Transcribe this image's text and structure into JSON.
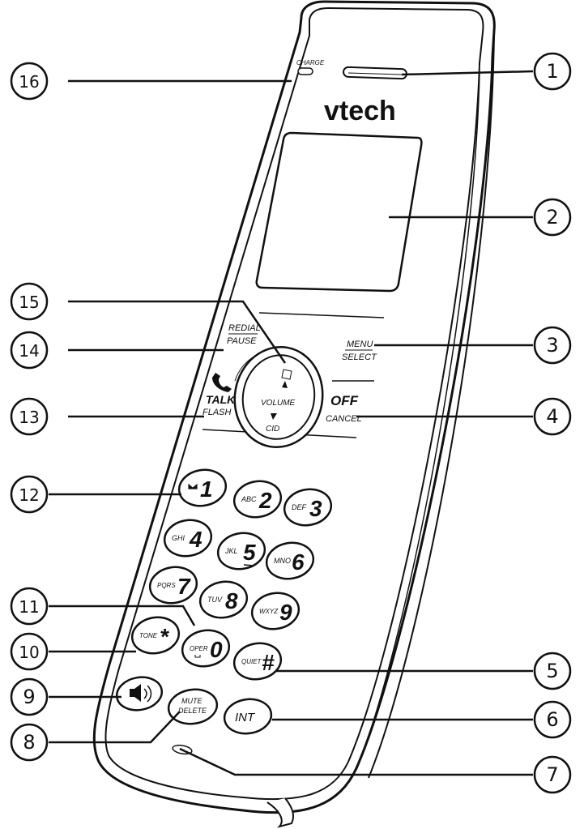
{
  "phone": {
    "brand": "vtech",
    "charge_label": "CHARGE",
    "redial": "REDIAL",
    "pause": "PAUSE",
    "menu": "MENU",
    "select": "SELECT",
    "talk": "TALK",
    "flash": "FLASH",
    "off": "OFF",
    "cancel": "CANCEL",
    "volume": "VOLUME",
    "cid": "CID",
    "keys": [
      {
        "num": "1",
        "letters": ""
      },
      {
        "num": "2",
        "letters": "ABC"
      },
      {
        "num": "3",
        "letters": "DEF"
      },
      {
        "num": "4",
        "letters": "GHI"
      },
      {
        "num": "5",
        "letters": "JKL"
      },
      {
        "num": "6",
        "letters": "MNO"
      },
      {
        "num": "7",
        "letters": "PQRS"
      },
      {
        "num": "8",
        "letters": "TUV"
      },
      {
        "num": "9",
        "letters": "WXYZ"
      },
      {
        "num": "*",
        "letters": "TONE"
      },
      {
        "num": "0",
        "letters": "OPER"
      },
      {
        "num": "#",
        "letters": "QUIET"
      }
    ],
    "int_label": "INT",
    "mute": "MUTE",
    "delete": "DELETE"
  },
  "callouts": [
    {
      "n": "1"
    },
    {
      "n": "2"
    },
    {
      "n": "3"
    },
    {
      "n": "4"
    },
    {
      "n": "5"
    },
    {
      "n": "6"
    },
    {
      "n": "7"
    },
    {
      "n": "8"
    },
    {
      "n": "9"
    },
    {
      "n": "10"
    },
    {
      "n": "11"
    },
    {
      "n": "12"
    },
    {
      "n": "13"
    },
    {
      "n": "14"
    },
    {
      "n": "15"
    },
    {
      "n": "16"
    }
  ]
}
